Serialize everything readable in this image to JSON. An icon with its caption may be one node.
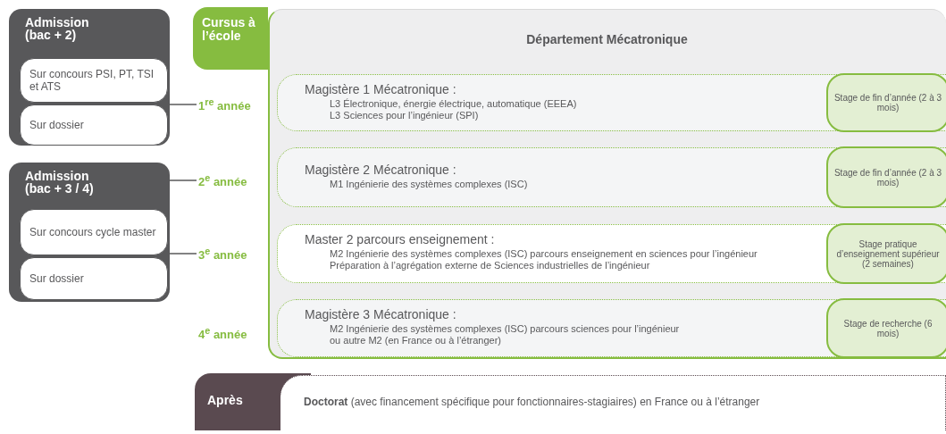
{
  "diagram": {
    "nodes": [
      {
        "text": [
          "Admission (bac + 2)"
        ]
      },
      {
        "text": [
          "Sur concours PSI, PT, TSI et ATS"
        ],
        "in": 0
      },
      {
        "text": [
          "Sur dossier"
        ],
        "in": 0
      },
      {
        "text": [
          "Admission (bac + 3 / 4)"
        ]
      },
      {
        "text": [
          "Sur concours cycle master"
        ],
        "in": 3
      },
      {
        "text": [
          "Sur dossier"
        ],
        "in": 3
      },
      {
        "text": [
          "1$^{re}$ année"
        ]
      },
      {
        "text": [
          "2$^{e}$ année"
        ]
      },
      {
        "text": [
          "3$^{e}$ année"
        ]
      },
      {
        "text": [
          "Cursus à l’école",
          "Département Mécatronique"
        ]
      },
      {
        "text": [
          "Magistère 1 Mécatronique :",
          "L3 Électronique, énergie électrique, automatique (EEEA)",
          "L3 Sciences pour l’ingénieur (SPI)"
        ],
        "in": 9
      },
      {
        "text": [
          "Stage de fin d’année (2 à 3 mois)"
        ],
        "in": 10
      },
      {
        "text": [
          "Magistère 2 Mécatronique :",
          "M1 Ingénierie des systèmes complexes (ISC)"
        ],
        "in": 9
      },
      {
        "text": [
          "Stage de fin d’année (2 à 3 mois)"
        ],
        "in": 12
      },
      {
        "text": [
          "Master 2 parcours enseignement :",
          "M2 Ingénierie des systèmes complexes (ISC) parcours enseignement en sciences pour l’ingénieur",
          "Préparation à l’agrégation externe de Sciences industrielles de l’ingénieur"
        ],
        "in": 9
      },
      {
        "text": [
          "Stage pratique d’enseignement supérieur (2 semaines)"
        ],
        "in": 14
      },
      {
        "text": [
          "Magistère 3 Mécatronique :",
          "M2 Ingénierie des systèmes complexes (ISC) parcours sciences pour l’ingénieur",
          "ou autre M2 (en France ou à l’étranger)"
        ],
        "in": 9
      },
      {
        "text": [
          "Stage de recherche (6 mois)"
        ],
        "in": 16
      },
      {
        "text": [
          "Après",
          "**Doctorat** (avec financement spécifique pour fonctionnaires-stagiaires) en France ou à l’étranger"
        ]
      }
    ],
    "edges": [
      {
        "from": 0,
        "to": 6,
        "arrow": "none"
      },
      {
        "from": 3,
        "to": 7,
        "arrow": "none"
      },
      {
        "from": 3,
        "to": 8,
        "arrow": "none"
      }
    ],
    "labels": [
      "4$^{e}$ année"
    ]
  }
}
